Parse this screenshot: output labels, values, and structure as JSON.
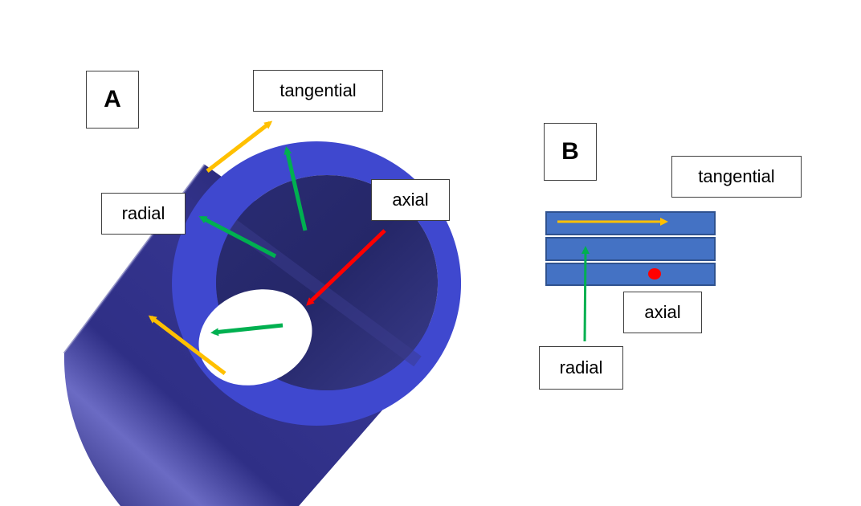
{
  "panel_a": {
    "letter": "A",
    "labels": {
      "tangential": "tangential",
      "radial": "radial",
      "axial": "axial"
    }
  },
  "panel_b": {
    "letter": "B",
    "labels": {
      "tangential": "tangential",
      "axial": "axial",
      "radial": "radial"
    }
  },
  "colors": {
    "tube_outer": "#2e2e86",
    "tube_ring": "#3f48cf",
    "tube_inner": "#26286e",
    "layer_fill": "#4472c4",
    "layer_border": "#2f528f",
    "tangential_arrow": "#ffc000",
    "radial_arrow": "#00b050",
    "axial_arrow": "#ff0000"
  }
}
